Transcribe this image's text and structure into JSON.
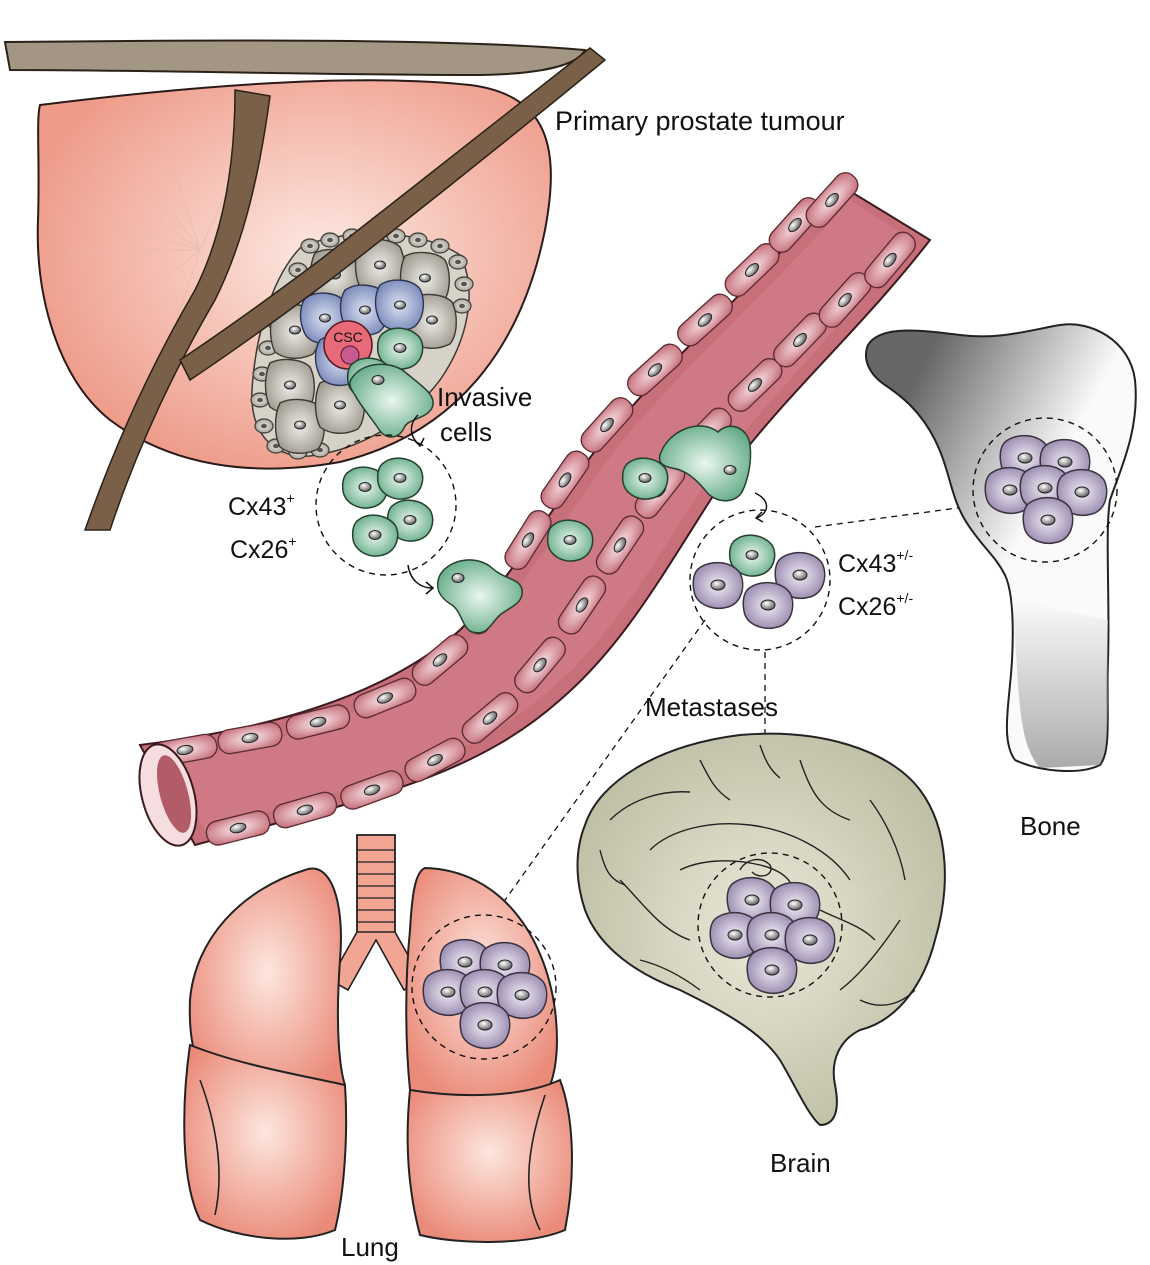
{
  "labels": {
    "primary": "Primary prostate tumour",
    "csc": "CSC",
    "invasive_line1": "Invasive",
    "invasive_line2": "cells",
    "cx43_pos": "Cx43",
    "cx43_pos_sup": "+",
    "cx26_pos": "Cx26",
    "cx26_pos_sup": "+",
    "cx43_mixed": "Cx43",
    "cx43_mixed_sup": "+/-",
    "cx26_mixed": "Cx26",
    "cx26_mixed_sup": "+/-",
    "metastases": "Metastases",
    "bone": "Bone",
    "brain": "Brain",
    "lung": "Lung"
  },
  "colors": {
    "prostate": "#f0a090",
    "vessel": "#c8707a",
    "endothelial": "#e8a8b0",
    "invasive_cell": "#7fbf9f",
    "metastatic_cell": "#a898b8",
    "stem_cell": "#e86070",
    "tumour_cell": "#b0aaa0",
    "blue_cell": "#8090c0",
    "brain": "#c8c8b0",
    "bone": "#909090",
    "lung": "#f0a090",
    "nerve": "#7a6048"
  },
  "icons": {
    "prostate": "prostate-gland-illustration",
    "vessel": "blood-vessel-illustration",
    "bone": "femur-bone-illustration",
    "brain": "brain-illustration",
    "lung": "lungs-illustration"
  }
}
